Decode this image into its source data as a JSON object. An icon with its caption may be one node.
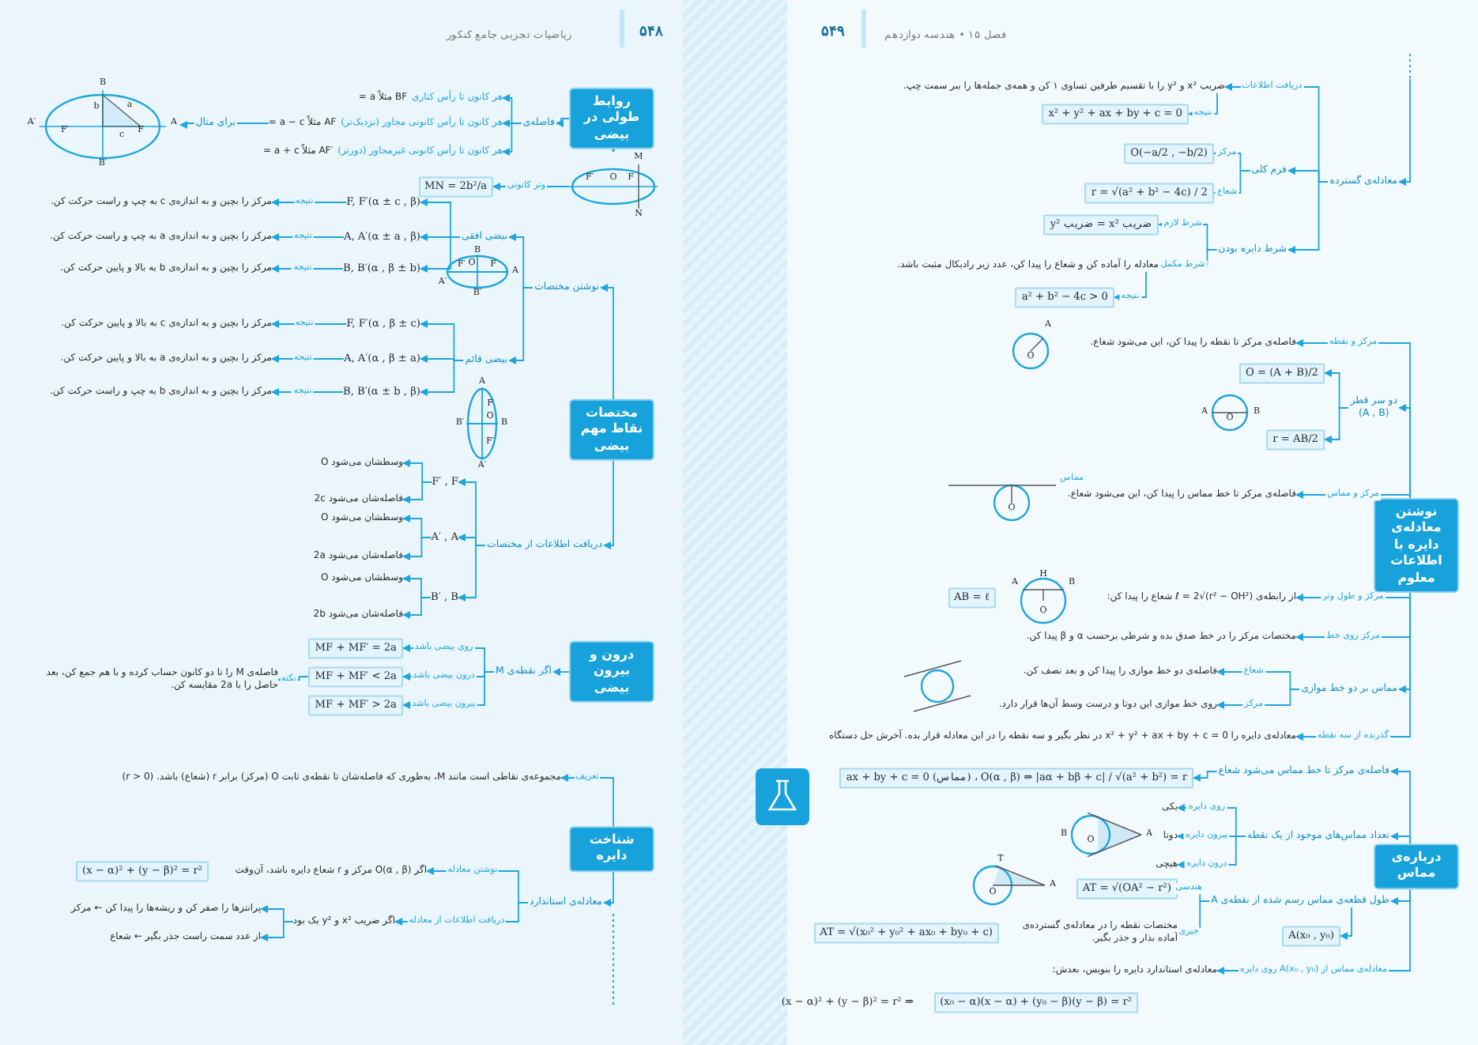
{
  "diagram": {
    "nodes": [
      {
        "text": [
          "روابط طولی در بیضی"
        ]
      },
      {
        "text": [
          "فاصله‌ی"
        ]
      },
      {
        "text": [
          "هر کانون تا رأس کناری",
          "= a مثلاً BF"
        ]
      },
      {
        "text": [
          "هر کانون تا رأس کانونی مجاور (نزدیک‌تر)",
          "= a − c مثلاً AF"
        ]
      },
      {
        "text": [
          "هر کانون تا رأس کانونی غیرمجاور (دورتر)",
          "= a + c مثلاً AF′"
        ]
      },
      {
        "text": [
          "برای مثال"
        ]
      },
      {
        "text": [
          "B",
          "B′",
          "A",
          "A′",
          "F",
          "F′",
          "b",
          "c",
          "a"
        ]
      },
      {
        "text": [
          "M",
          "N",
          "F′",
          "O",
          "F"
        ]
      },
      {
        "text": [
          "MN = 2b²/a"
        ]
      },
      {
        "text": [
          "مختصات نقاط مهم بیضی"
        ]
      },
      {
        "text": [
          "نوشتن مختصات"
        ]
      },
      {
        "text": [
          "بیضی افقی"
        ]
      },
      {
        "text": [
          "F, F′(α ± c , β)"
        ]
      },
      {
        "text": [
          "مرکز را بچین و به اندازه‌ی c به چپ و راست حرکت کن."
        ]
      },
      {
        "text": [
          "A, A′(α ± a , β)"
        ]
      },
      {
        "text": [
          "مرکز را بچین و به اندازه‌ی a به چپ و راست حرکت کن."
        ]
      },
      {
        "text": [
          "B, B′(α , β ± b)"
        ]
      },
      {
        "text": [
          "مرکز را بچین و به اندازه‌ی b به بالا و پایین حرکت کن."
        ]
      },
      {
        "text": [
          "بیضی قائم"
        ]
      },
      {
        "text": [
          "F, F′(α , β ± c)"
        ]
      },
      {
        "text": [
          "مرکز را بچین و به اندازه‌ی c به بالا و پایین حرکت کن."
        ]
      },
      {
        "text": [
          "A, A′(α , β ± a)"
        ]
      },
      {
        "text": [
          "مرکز را بچین و به اندازه‌ی a به بالا و پایین حرکت کن."
        ]
      },
      {
        "text": [
          "B, B′(α ± b , β)"
        ]
      },
      {
        "text": [
          "مرکز را بچین و به اندازه‌ی b به چپ و راست حرکت کن."
        ]
      },
      {
        "text": [
          "دریافت اطلاعات از مختصات"
        ]
      },
      {
        "text": [
          "F′ , F"
        ]
      },
      {
        "text": [
          "وسطشان می‌شود O"
        ]
      },
      {
        "text": [
          "فاصله‌شان می‌شود 2c"
        ]
      },
      {
        "text": [
          "A′ , A"
        ]
      },
      {
        "text": [
          "وسطشان می‌شود O"
        ]
      },
      {
        "text": [
          "فاصله‌شان می‌شود 2a"
        ]
      },
      {
        "text": [
          "B′ , B"
        ]
      },
      {
        "text": [
          "وسطشان می‌شود O"
        ]
      },
      {
        "text": [
          "فاصله‌شان می‌شود 2b"
        ]
      },
      {
        "text": [
          "درون و بیرون بیضی"
        ]
      },
      {
        "text": [
          "اگر نقطه‌ی M"
        ]
      },
      {
        "text": [
          "MF + MF′ = 2a"
        ]
      },
      {
        "text": [
          "MF + MF′ < 2a"
        ]
      },
      {
        "text": [
          "MF + MF′ > 2a"
        ]
      },
      {
        "text": [
          "فاصله‌ی M را تا دو کانون حساب کرده و با هم جمع کن، بعد حاصل را با 2a مقایسه کن."
        ]
      },
      {
        "text": [
          "شناخت دایره"
        ]
      },
      {
        "text": [
          "مجموعه‌ی نقاطی است مانند M، به‌طوری که فاصله‌شان تا نقطه‌ی ثابت O (مرکز) برابر r (شعاع) باشد. (r > 0)"
        ]
      },
      {
        "text": [
          "معادله‌ی استاندارد"
        ]
      },
      {
        "text": [
          "اگر O(α , β) مرکز و r شعاع دایره باشد، آن‌وقت"
        ]
      },
      {
        "text": [
          "(x − α)² + (y − β)² = r²"
        ]
      },
      {
        "text": [
          "اگر ضریب x² و y² یک بود"
        ]
      },
      {
        "text": [
          "پرانتزها را صفر کن و ریشه‌ها را پیدا کن ← مرکز"
        ]
      },
      {
        "text": [
          "از عدد سمت راست جذر بگیر ← شعاع"
        ]
      },
      {
        "text": [
          "معادله‌ی گسترده"
        ]
      },
      {
        "text": [
          "ضریب x² و y² را با تقسیم طرفین تساوی ۱ کن و همه‌ی جمله‌ها را ببر سمت چپ."
        ]
      },
      {
        "text": [
          "x² + y² + ax + by + c = 0"
        ]
      },
      {
        "text": [
          "فرم کلی"
        ]
      },
      {
        "text": [
          "O(−a/2 , −b/2)"
        ]
      },
      {
        "text": [
          "r = √(a² + b² − 4c) / 2"
        ]
      },
      {
        "text": [
          "شرط دایره بودن"
        ]
      },
      {
        "text": [
          "ضریب x² = ضریب y²"
        ]
      },
      {
        "text": [
          "معادله را آماده کن و شعاع را پیدا کن، عدد زیر رادیکال مثبت باشد."
        ]
      },
      {
        "text": [
          "a² + b² − 4c > 0"
        ]
      },
      {
        "text": [
          "نوشتن معادله‌ی دایره با اطلاعات معلوم"
        ]
      },
      {
        "text": [
          "فاصله‌ی مرکز تا نقطه را پیدا کن، این می‌شود شعاع."
        ]
      },
      {
        "text": [
          "دو سر قطر",
          "(A , B)"
        ]
      },
      {
        "text": [
          "O = (A + B)/2"
        ]
      },
      {
        "text": [
          "r = AB/2"
        ]
      },
      {
        "text": [
          "فاصله‌ی مرکز تا خط مماس را پیدا کن، این می‌شود شعاع."
        ]
      },
      {
        "text": [
          "از رابطه‌ی ℓ = 2√(r² − OH²) شعاع را پیدا کن:"
        ]
      },
      {
        "text": [
          "AB = ℓ"
        ]
      },
      {
        "text": [
          "مختصات مرکز را در خط صدق بده و شرطی برحسب α و β پیدا کن."
        ]
      },
      {
        "text": [
          "مماس بر دو خط موازی"
        ]
      },
      {
        "text": [
          "فاصله‌ی دو خط موازی را پیدا کن و بعد نصف کن."
        ]
      },
      {
        "text": [
          "روی خط موازی این دوتا و درست وسط آن‌ها قرار دارد."
        ]
      },
      {
        "text": [
          "معادله‌ی دایره را x² + y² + ax + by + c = 0 در نظر بگیر و سه نقطه را در این معادله قرار بده. آخرش حل دستگاه"
        ]
      },
      {
        "text": [
          "درباره‌ی مماس"
        ]
      },
      {
        "text": [
          "فاصله‌ی مرکز تا خط مماس می‌شود شعاع"
        ]
      },
      {
        "text": [
          "ax + by + c = 0 (مماس) ، O(α , β) ⇒ |aα + bβ + c| / √(a² + b²) = r"
        ]
      },
      {
        "text": [
          "تعداد مماس‌های موجود از یک نقطه"
        ]
      },
      {
        "text": [
          "یکی"
        ]
      },
      {
        "text": [
          "دوتا"
        ]
      },
      {
        "text": [
          "هیچی"
        ]
      },
      {
        "text": [
          "طول قطعه‌ی مماس رسم شده از نقطه‌ی A"
        ]
      },
      {
        "text": [
          "AT = √(OA² − r²)"
        ]
      },
      {
        "text": [
          "A(x₀ , y₀)"
        ]
      },
      {
        "text": [
          "مختصات نقطه را در معادله‌ی گسترده‌ی آماده بذار و جذر بگیر."
        ]
      },
      {
        "text": [
          "AT = √(x₀² + y₀² + ax₀ + by₀ + c)"
        ]
      },
      {
        "text": [
          "معادله‌ی استاندارد دایره را بنویس، بعدش:"
        ]
      },
      {
        "text": [
          "(x − α)² + (y − β)² = r² ⇒"
        ]
      },
      {
        "text": [
          "(x₀ − α)(x − α) + (y₀ − β)(y − β) = r²"
        ]
      }
    ],
    "edges": [
      {
        "from": 0,
        "to": 1,
        "arrow": "to"
      },
      {
        "from": 1,
        "to": 2,
        "arrow": "to"
      },
      {
        "from": 1,
        "to": 3,
        "arrow": "to"
      },
      {
        "from": 1,
        "to": 4,
        "arrow": "to"
      },
      {
        "from": 3,
        "to": 5,
        "arrow": "none"
      },
      {
        "from": 5,
        "to": 6,
        "arrow": "to"
      },
      {
        "from": 0,
        "to": 7,
        "arrow": "to"
      },
      {
        "from": 7,
        "to": 8,
        "arrow": "to",
        "label": "وتر کانونی"
      },
      {
        "from": 9,
        "to": 10,
        "arrow": "to"
      },
      {
        "from": 10,
        "to": 11,
        "arrow": "to"
      },
      {
        "from": 10,
        "to": 18,
        "arrow": "to"
      },
      {
        "from": 11,
        "to": 12,
        "arrow": "to"
      },
      {
        "from": 11,
        "to": 14,
        "arrow": "to"
      },
      {
        "from": 11,
        "to": 16,
        "arrow": "to"
      },
      {
        "from": 12,
        "to": 13,
        "arrow": "to",
        "label": "نتیجه"
      },
      {
        "from": 14,
        "to": 15,
        "arrow": "to",
        "label": "نتیجه"
      },
      {
        "from": 16,
        "to": 17,
        "arrow": "to",
        "label": "نتیجه"
      },
      {
        "from": 18,
        "to": 19,
        "arrow": "to"
      },
      {
        "from": 18,
        "to": 21,
        "arrow": "to"
      },
      {
        "from": 18,
        "to": 23,
        "arrow": "to"
      },
      {
        "from": 19,
        "to": 20,
        "arrow": "to",
        "label": "نتیجه"
      },
      {
        "from": 21,
        "to": 22,
        "arrow": "to",
        "label": "نتیجه"
      },
      {
        "from": 23,
        "to": 24,
        "arrow": "to",
        "label": "نتیجه"
      },
      {
        "from": 9,
        "to": 25,
        "arrow": "to"
      },
      {
        "from": 25,
        "to": 26,
        "arrow": "to"
      },
      {
        "from": 25,
        "to": 29,
        "arrow": "to"
      },
      {
        "from": 25,
        "to": 32,
        "arrow": "to"
      },
      {
        "from": 26,
        "to": 27,
        "arrow": "to"
      },
      {
        "from": 26,
        "to": 28,
        "arrow": "to"
      },
      {
        "from": 29,
        "to": 30,
        "arrow": "to"
      },
      {
        "from": 29,
        "to": 31,
        "arrow": "to"
      },
      {
        "from": 32,
        "to": 33,
        "arrow": "to"
      },
      {
        "from": 32,
        "to": 34,
        "arrow": "to"
      },
      {
        "from": 35,
        "to": 36,
        "arrow": "to"
      },
      {
        "from": 36,
        "to": 37,
        "arrow": "to",
        "label": "روی بیضی باشد"
      },
      {
        "from": 36,
        "to": 38,
        "arrow": "to",
        "label": "درون بیضی باشد"
      },
      {
        "from": 36,
        "to": 39,
        "arrow": "to",
        "label": "بیرون بیضی باشد"
      },
      {
        "from": 38,
        "to": 40,
        "arrow": "to",
        "label": "نکته"
      },
      {
        "from": 41,
        "to": 42,
        "arrow": "to",
        "label": "تعریف"
      },
      {
        "from": 41,
        "to": 43,
        "arrow": "to"
      },
      {
        "from": 43,
        "to": 44,
        "arrow": "to",
        "label": "نوشتن معادله"
      },
      {
        "from": 43,
        "to": 46,
        "arrow": "to",
        "label": "دریافت اطلاعات از معادله"
      },
      {
        "from": 46,
        "to": 47,
        "arrow": "to"
      },
      {
        "from": 46,
        "to": 48,
        "arrow": "to"
      },
      {
        "from": null,
        "to": 49,
        "arrow": "to"
      },
      {
        "from": 49,
        "to": 50,
        "arrow": "to",
        "label": "دریافت اطلاعات"
      },
      {
        "from": 50,
        "to": 51,
        "arrow": "to",
        "label": "نتیجه"
      },
      {
        "from": 49,
        "to": 52,
        "arrow": "to"
      },
      {
        "from": 52,
        "to": 53,
        "arrow": "to",
        "label": "مرکز"
      },
      {
        "from": 52,
        "to": 54,
        "arrow": "to",
        "label": "شعاع"
      },
      {
        "from": 49,
        "to": 55,
        "arrow": "to"
      },
      {
        "from": 55,
        "to": 56,
        "arrow": "to",
        "label": "شرط لازم"
      },
      {
        "from": 55,
        "to": 57,
        "arrow": "to",
        "label": "شرط مکمل"
      },
      {
        "from": 57,
        "to": 58,
        "arrow": "to",
        "label": "نتیجه"
      },
      {
        "from": 59,
        "to": 60,
        "arrow": "to",
        "label": "مرکز و نقطه"
      },
      {
        "from": 59,
        "to": 61,
        "arrow": "to"
      },
      {
        "from": 61,
        "to": 62,
        "arrow": "to"
      },
      {
        "from": 61,
        "to": 63,
        "arrow": "to"
      },
      {
        "from": 59,
        "to": 64,
        "arrow": "to",
        "label": "مرکز و مماس"
      },
      {
        "from": 59,
        "to": 65,
        "arrow": "to",
        "label": "مرکز و طول وتر"
      },
      {
        "from": 59,
        "to": 67,
        "arrow": "to",
        "label": "مرکز روی خط"
      },
      {
        "from": 59,
        "to": 68,
        "arrow": "to"
      },
      {
        "from": 68,
        "to": 69,
        "arrow": "to",
        "label": "شعاع"
      },
      {
        "from": 68,
        "to": 70,
        "arrow": "to",
        "label": "مرکز"
      },
      {
        "from": 59,
        "to": 71,
        "arrow": "to",
        "label": "گذرنده از سه نقطه"
      },
      {
        "from": 72,
        "to": 73,
        "arrow": "to"
      },
      {
        "from": 73,
        "to": 74,
        "arrow": "to"
      },
      {
        "from": 72,
        "to": 75,
        "arrow": "to"
      },
      {
        "from": 75,
        "to": 76,
        "arrow": "to",
        "label": "روی دایره"
      },
      {
        "from": 75,
        "to": 77,
        "arrow": "to",
        "label": "بیرون دایره"
      },
      {
        "from": 75,
        "to": 78,
        "arrow": "to",
        "label": "درون دایره"
      },
      {
        "from": 72,
        "to": 79,
        "arrow": "to"
      },
      {
        "from": 79,
        "to": 80,
        "arrow": "to",
        "label": "هندسی"
      },
      {
        "from": 79,
        "to": 81,
        "arrow": "to"
      },
      {
        "from": 79,
        "to": 82,
        "arrow": "to",
        "label": "جبری"
      },
      {
        "from": 72,
        "to": 84,
        "arrow": "to",
        "label": "معادله‌ی مماس از A(x₀ , y₀) روی دایره"
      }
    ],
    "labels": [
      "ریاضیات تجربی جامع کنکور",
      "۵۴۸",
      "۵۴۹",
      "فصل ۱۵ • هندسه دوازدهم",
      "A′",
      "F′",
      "O",
      "F",
      "A",
      "B",
      "B′",
      "A",
      "F",
      "O",
      "F′",
      "A′",
      "B′",
      "B",
      "A",
      "O",
      "A",
      "O",
      "B",
      "مماس",
      "O",
      "A",
      "H",
      "B",
      "O",
      "B",
      "O",
      "A",
      "T",
      "O",
      "A"
    ]
  }
}
